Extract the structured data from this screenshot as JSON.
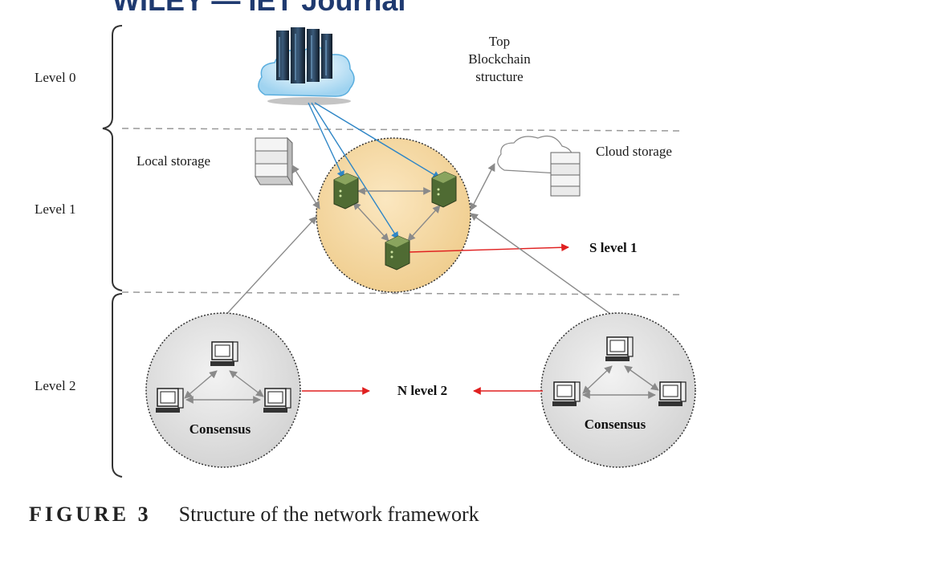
{
  "header_fragment": "WILEY — IET Journal",
  "levels": {
    "level0": "Level 0",
    "level1": "Level 1",
    "level2": "Level 2"
  },
  "labels": {
    "top_line1": "Top",
    "top_line2": "Blockchain",
    "top_line3": "structure",
    "local_storage": "Local storage",
    "cloud_storage": "Cloud storage",
    "s_level": "S level 1",
    "n_level": "N level 2",
    "consensus_left": "Consensus",
    "consensus_right": "Consensus"
  },
  "caption": {
    "label": "FIGURE 3",
    "text": "Structure of the network framework"
  },
  "colors": {
    "blue_link": "#2f86c6",
    "red_link": "#e02020",
    "level1_fill": "#f5d9a4",
    "server_green": "#5c7a3e"
  }
}
